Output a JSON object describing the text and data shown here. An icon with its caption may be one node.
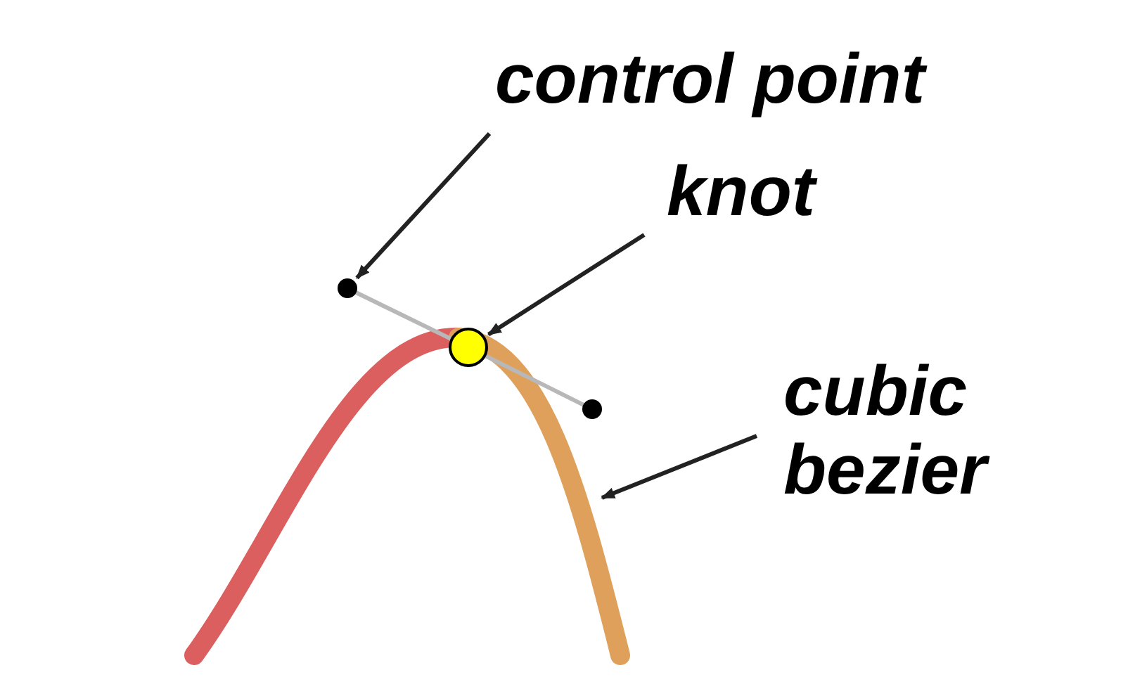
{
  "diagram": {
    "nodes": [
      {
        "text": [
          "control point"
        ]
      },
      {
        "text": [
          "knot"
        ]
      },
      {
        "text": [
          "cubic bezier"
        ]
      },
      {
        "text": [],
        "shape": "circle"
      },
      {
        "text": [],
        "shape": "circle"
      },
      {
        "text": [],
        "shape": "circle"
      }
    ],
    "edges": [
      {
        "from": 0,
        "to": 3,
        "arrow": "to"
      },
      {
        "from": 1,
        "to": 4,
        "arrow": "to"
      },
      {
        "from": 2,
        "to": null,
        "arrow": "to"
      },
      {
        "from": 3,
        "to": 4,
        "arrow": "none",
        "color": "#b8b8b8"
      },
      {
        "from": 4,
        "to": 5,
        "arrow": "none",
        "color": "#b8b8b8"
      }
    ]
  }
}
